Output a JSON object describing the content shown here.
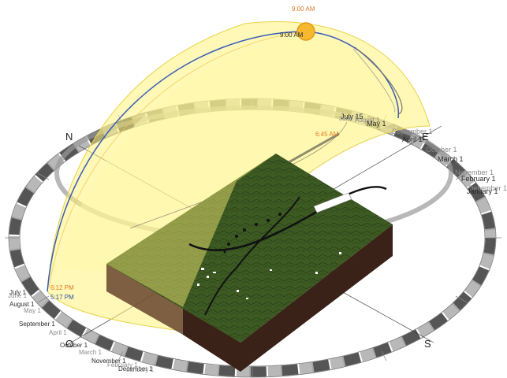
{
  "compass": {
    "north": "N",
    "east": "E",
    "south": "S",
    "west": "O"
  },
  "sun": {
    "time_top_orange": "9:00 AM",
    "time_top_dark": "9:00 AM",
    "sunrise_time": "6:45 AM",
    "sunset_time_orange": "6:12 PM",
    "sunset_time_blue": "5:17 PM",
    "sun_color": "#f5b82e",
    "dome_color": "#fff27a"
  },
  "east_dates": [
    "July 15",
    "June 1",
    "August 1",
    "May 1",
    "September 1",
    "April 1",
    "October 1",
    "March 1",
    "November 1",
    "February 1",
    "December 1",
    "January 1"
  ],
  "west_dates": [
    "July 1",
    "June 1",
    "August 1",
    "May 1",
    "September 1",
    "April 1",
    "October 1",
    "March 1",
    "November 1",
    "February 1",
    "December 1",
    "January 1"
  ],
  "colors": {
    "terrain_top": "#3c5a22",
    "terrain_side": "#4a2a1a",
    "terrain_front": "#3a2218",
    "ring_dark": "#6d6d6d",
    "ring_light": "#ffffff"
  }
}
